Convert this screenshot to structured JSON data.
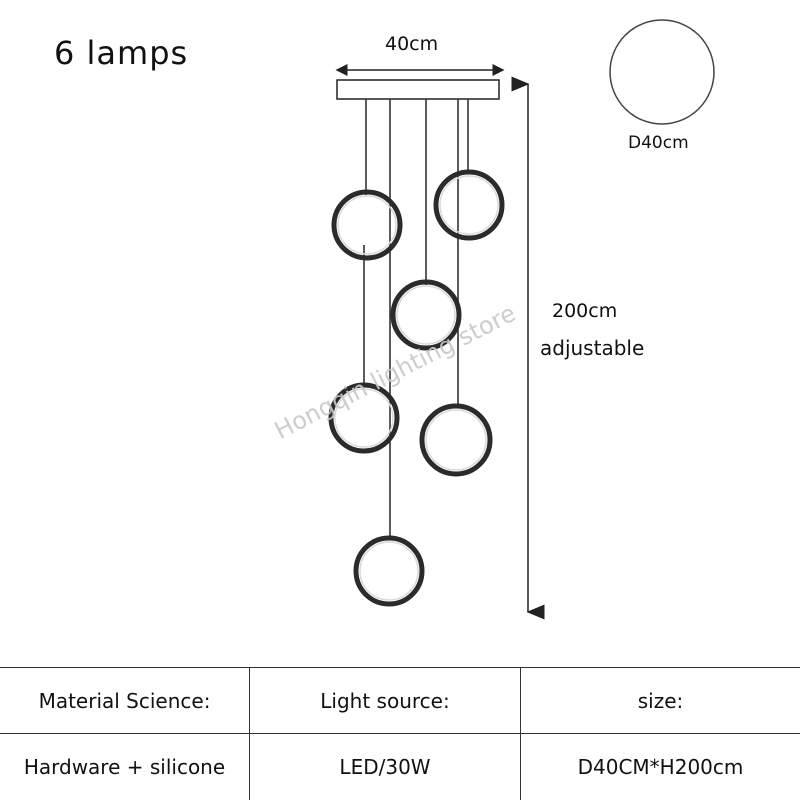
{
  "title": "6 lamps",
  "dimensions": {
    "width_label": "40cm",
    "diameter_label": "D40cm",
    "height_label": "200cm",
    "adjustable_label": "adjustable"
  },
  "watermark": "Hongqin lighting store",
  "specs": {
    "headers": [
      "Material Science:",
      "Light source:",
      "size:"
    ],
    "values": [
      "Hardware + silicone",
      "LED/30W",
      "D40CM*H200cm"
    ]
  },
  "colors": {
    "ring": "#2b2b2b",
    "ring_inner": "#d9d9d9",
    "line": "#222222",
    "background": "#ffffff"
  }
}
